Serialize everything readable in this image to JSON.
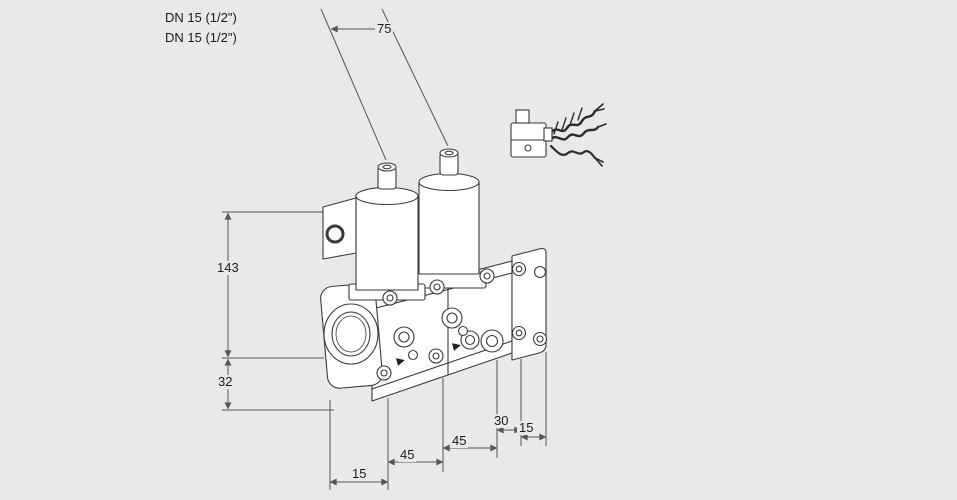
{
  "colors": {
    "background": "#e9e9e9",
    "drawing_line": "#3a3a3a",
    "dimension_line": "#555555",
    "text": "#1b1b1b",
    "fill": "#ffffff"
  },
  "labels": {
    "port_size_line1": "DN 15 (1/2\")",
    "port_size_line2": "DN 15 (1/2\")"
  },
  "dimensions": {
    "top_width": "75",
    "height_body": "143",
    "height_flange": "32",
    "bottom": [
      "15",
      "45",
      "45",
      "30",
      "15"
    ]
  }
}
